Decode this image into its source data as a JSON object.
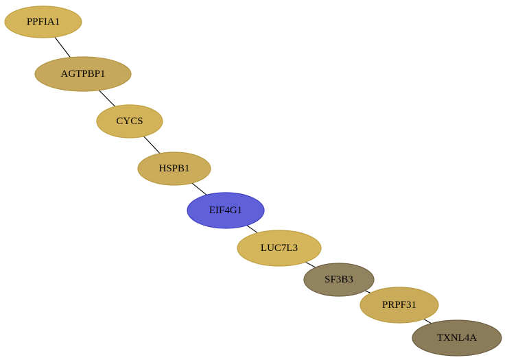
{
  "graph": {
    "nodes": [
      {
        "id": "PPFIA1",
        "label": "PPFIA1",
        "fill": "#d4b55a",
        "stroke": "#c0a040"
      },
      {
        "id": "AGTPBP1",
        "label": "AGTPBP1",
        "fill": "#c6a85c",
        "stroke": "#b09340"
      },
      {
        "id": "CYCS",
        "label": "CYCS",
        "fill": "#d2b35a",
        "stroke": "#c0a040"
      },
      {
        "id": "HSPB1",
        "label": "HSPB1",
        "fill": "#caac5b",
        "stroke": "#b89a40"
      },
      {
        "id": "EIF4G1",
        "label": "EIF4G1",
        "fill": "#6060d8",
        "stroke": "#4040c0"
      },
      {
        "id": "LUC7L3",
        "label": "LUC7L3",
        "fill": "#d4b55a",
        "stroke": "#c0a040"
      },
      {
        "id": "SF3B3",
        "label": "SF3B3",
        "fill": "#928360",
        "stroke": "#706040"
      },
      {
        "id": "PRPF31",
        "label": "PRPF31",
        "fill": "#c9ab5a",
        "stroke": "#b89a40"
      },
      {
        "id": "TXNL4A",
        "label": "TXNL4A",
        "fill": "#8a7b5a",
        "stroke": "#6a5c3c"
      }
    ],
    "edges": [
      [
        "PPFIA1",
        "AGTPBP1"
      ],
      [
        "AGTPBP1",
        "CYCS"
      ],
      [
        "CYCS",
        "HSPB1"
      ],
      [
        "HSPB1",
        "EIF4G1"
      ],
      [
        "EIF4G1",
        "LUC7L3"
      ],
      [
        "LUC7L3",
        "SF3B3"
      ],
      [
        "SF3B3",
        "PRPF31"
      ],
      [
        "PRPF31",
        "TXNL4A"
      ]
    ]
  }
}
